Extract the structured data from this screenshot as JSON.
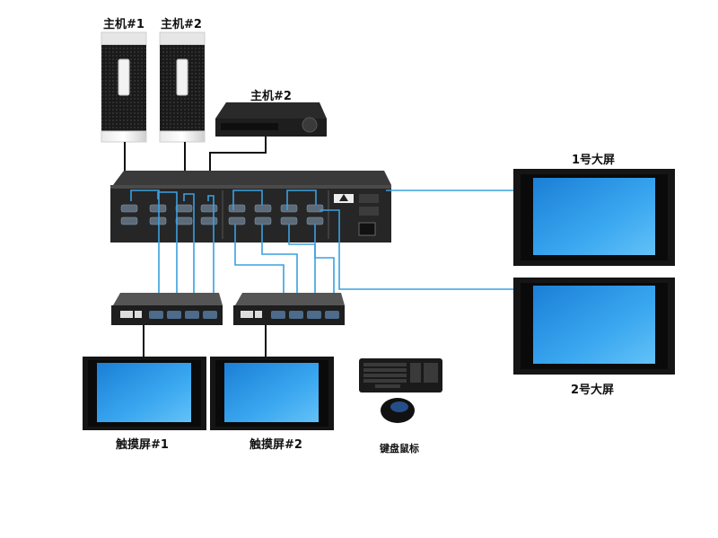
{
  "labels": {
    "host1": "主机#1",
    "host2": "主机#2",
    "host3": "主机#2",
    "screen1": "1号大屏",
    "screen2": "2号大屏",
    "touch1": "触摸屏#1",
    "touch2": "触摸屏#2",
    "kbm": "键盘鼠标"
  },
  "colors": {
    "cable_blue": "#3aa0e0",
    "cable_black": "#111111",
    "screen_blue": "#2a93e6",
    "device_dark": "#1c1c1c"
  },
  "icons": {
    "tower": "tower-pc-icon",
    "dvr": "dvr-box-icon",
    "matrix": "matrix-switcher-icon",
    "kvm": "kvm-switch-icon",
    "monitor": "monitor-icon",
    "keyboard": "keyboard-icon",
    "mouse": "mouse-icon"
  }
}
